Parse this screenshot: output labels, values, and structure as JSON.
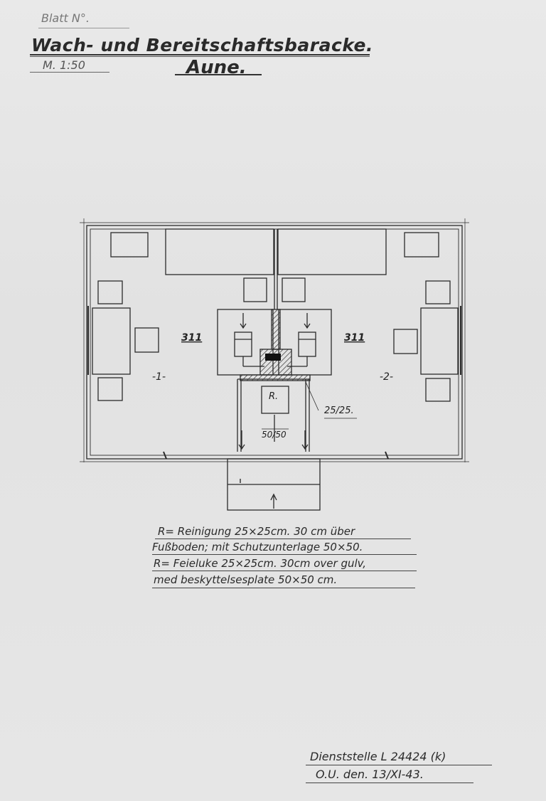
{
  "header": {
    "sheet_label": "Blatt N°.",
    "title": "Wach- und Bereitschaftsbaracke.",
    "scale": "M. 1:50",
    "place": "Aune."
  },
  "plan": {
    "room_left_code": "311",
    "room_right_code": "311",
    "room_left_number": "-1-",
    "room_right_number": "-2-",
    "center_label": "R.",
    "dim_small": "25/25.",
    "dim_large": "50/50"
  },
  "notes": {
    "line1": "R= Reinigung 25×25cm. 30 cm über",
    "line2": "Fußboden; mit Schutzunterlage 50×50.",
    "line3": "R= Feieluke 25×25cm. 30cm over gulv,",
    "line4": "med beskyttelsesplate 50×50 cm."
  },
  "signature": {
    "line1": "Dienststelle L 24424 (k)",
    "line2": "O.U. den. 13/XI-43."
  }
}
